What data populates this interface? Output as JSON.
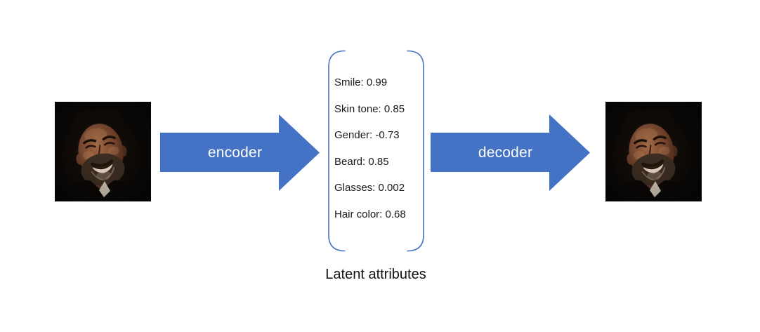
{
  "diagram": {
    "encoder": {
      "label": "encoder"
    },
    "decoder": {
      "label": "decoder"
    },
    "latent": {
      "caption": "Latent attributes",
      "attributes": [
        "Smile: 0.99",
        "Skin tone: 0.85",
        "Gender: -0.73",
        "Beard: 0.85",
        "Glasses: 0.002",
        "Hair color: 0.68"
      ]
    },
    "images": {
      "input": "portrait-of-smiling-bearded-man",
      "output": "portrait-of-smiling-bearded-man"
    },
    "colors": {
      "arrow_blue": "#4472C4",
      "bracket_blue": "#4472C4",
      "label_text": "#FFFFFF",
      "caption_text": "#111111",
      "background": "#FFFFFF"
    }
  }
}
